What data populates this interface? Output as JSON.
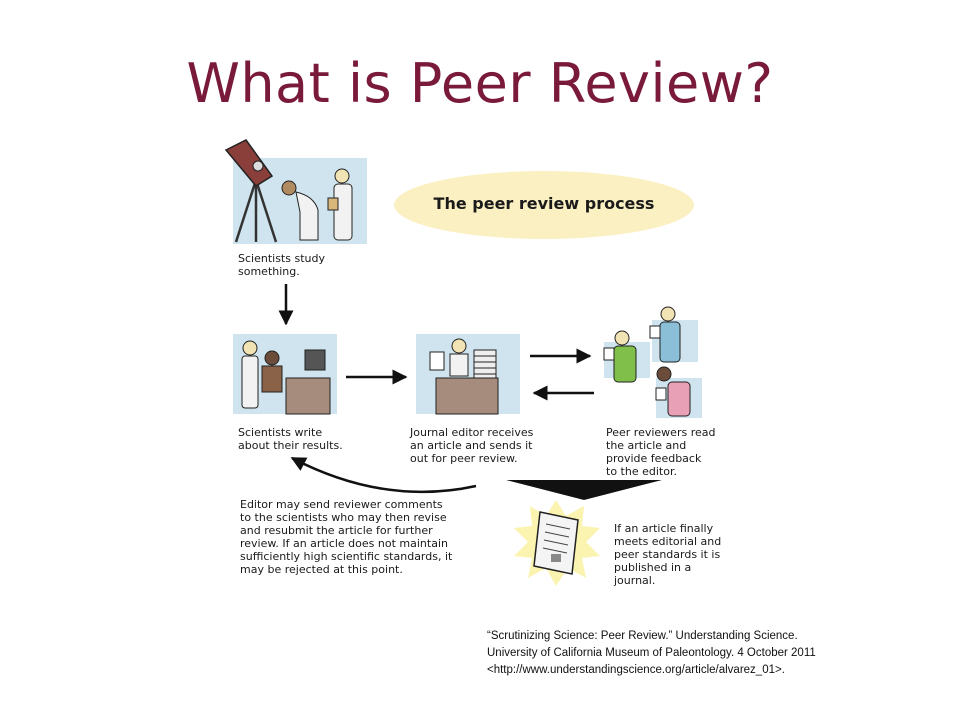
{
  "slide": {
    "title": "What is Peer Review?"
  },
  "diagram": {
    "heading": "The peer review process",
    "steps": [
      {
        "id": "study",
        "caption": "Scientists study\nsomething."
      },
      {
        "id": "write",
        "caption": "Scientists write\nabout their results."
      },
      {
        "id": "editor",
        "caption": "Journal editor receives\nan article and sends it\nout for peer review."
      },
      {
        "id": "reviewers",
        "caption": "Peer reviewers read\nthe article and\nprovide feedback\nto the editor."
      },
      {
        "id": "revise",
        "caption": "Editor may send reviewer comments\nto the scientists who may then revise\nand resubmit the article for further\nreview.  If an article does not maintain\nsufficiently high scientific standards, it\nmay be rejected at this point."
      },
      {
        "id": "published",
        "caption": "If an article finally\nmeets editorial and\npeer standards it is\npublished in a\njournal."
      }
    ],
    "colors": {
      "panel_bg": "#cfe4ee",
      "ellipse_bg": "#fbf0c2",
      "title_color": "#7a1a3a",
      "desk_color": "#a58c7d",
      "burst_color": "#fbf3b0"
    }
  },
  "citation": {
    "line1": "“Scrutinizing Science: Peer Review.”  Understanding Science.",
    "line2": "University of California Museum of Paleontology. 4 October 2011",
    "line3": "<http://www.understandingscience.org/article/alvarez_01>."
  }
}
